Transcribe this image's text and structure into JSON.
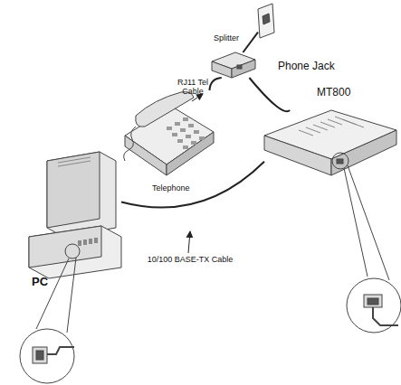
{
  "diagram": {
    "nodes": [
      {
        "text": [
          "Phone Jack"
        ]
      },
      {
        "text": [
          "Splitter"
        ]
      },
      {
        "text": [
          "Telephone"
        ]
      },
      {
        "text": [
          "MT800"
        ]
      },
      {
        "text": [
          "PC"
        ]
      }
    ],
    "edges": [
      {
        "from": 0,
        "to": 1,
        "arrow": "none"
      },
      {
        "from": 1,
        "to": 2,
        "label": "RJ11 Tel Cable",
        "arrow": "none"
      },
      {
        "from": 1,
        "to": 3,
        "arrow": "none"
      },
      {
        "from": 3,
        "to": 4,
        "label": "10/100 BASE-TX Cable",
        "arrow": "none"
      }
    ]
  }
}
